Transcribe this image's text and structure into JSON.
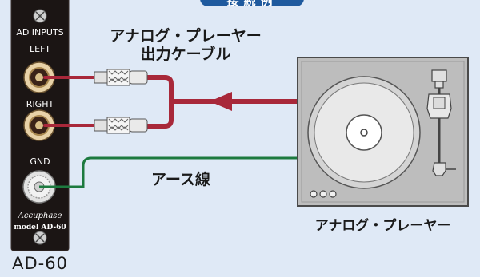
{
  "header": {
    "title": "接続例"
  },
  "panel": {
    "inputs_label": "AD INPUTS",
    "left_label": "LEFT",
    "right_label": "RIGHT",
    "gnd_label": "GND",
    "brand": "Accuphase",
    "model_plate": "model AD-60"
  },
  "device_label": "AD-60",
  "cable": {
    "label_line1": "アナログ・プレーヤー",
    "label_line2": "出力ケーブル"
  },
  "earth_label": "アース線",
  "player_label": "アナログ・プレーヤー",
  "colors": {
    "background": "#dfe9f6",
    "panel": "#1b1514",
    "signal_cable": "#a8283a",
    "earth_cable": "#1d7a3f",
    "header": "#1f5a9e",
    "turntable": "#bdbdbd"
  }
}
